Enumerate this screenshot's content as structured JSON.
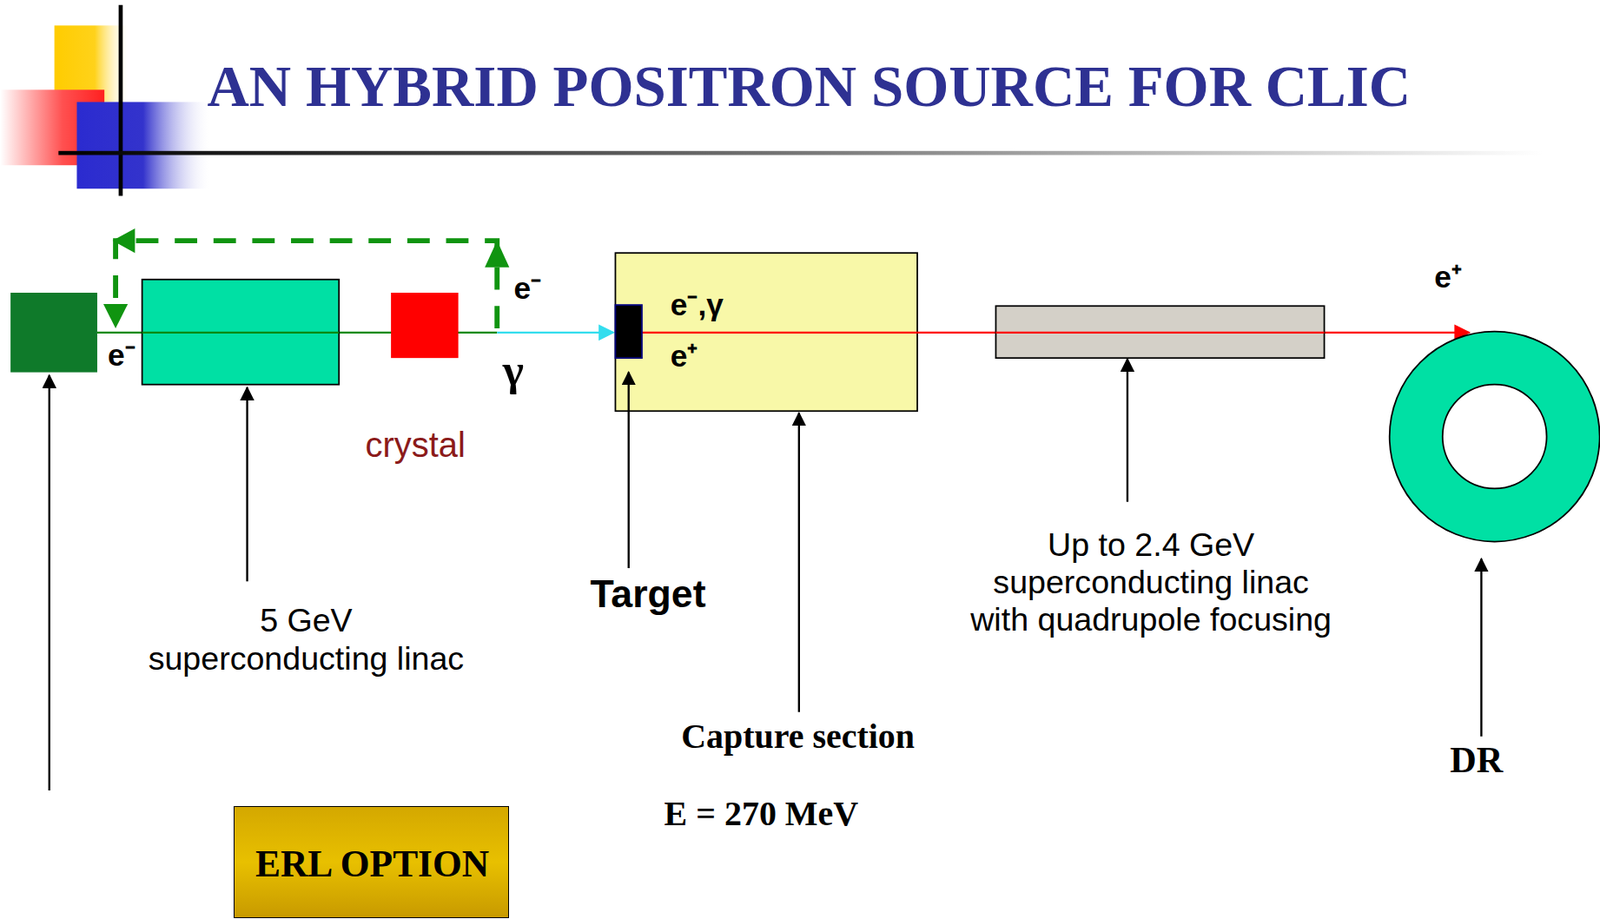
{
  "diagram": {
    "title": "AN HYBRID POSITRON SOURCE FOR CLIC",
    "nodes": [
      {
        "text": [
          "e⁻,γ",
          "e⁺"
        ]
      },
      {
        "text": [
          "ERL OPTION"
        ]
      }
    ],
    "labels": [
      "e⁻",
      "e⁻",
      "γ",
      "crystal",
      "5 GeV superconducting linac",
      "Target",
      "Capture section",
      "E = 270 MeV",
      "Up to 2.4 GeV superconducting linac with quadrupole focusing",
      "e⁺",
      "DR"
    ]
  }
}
